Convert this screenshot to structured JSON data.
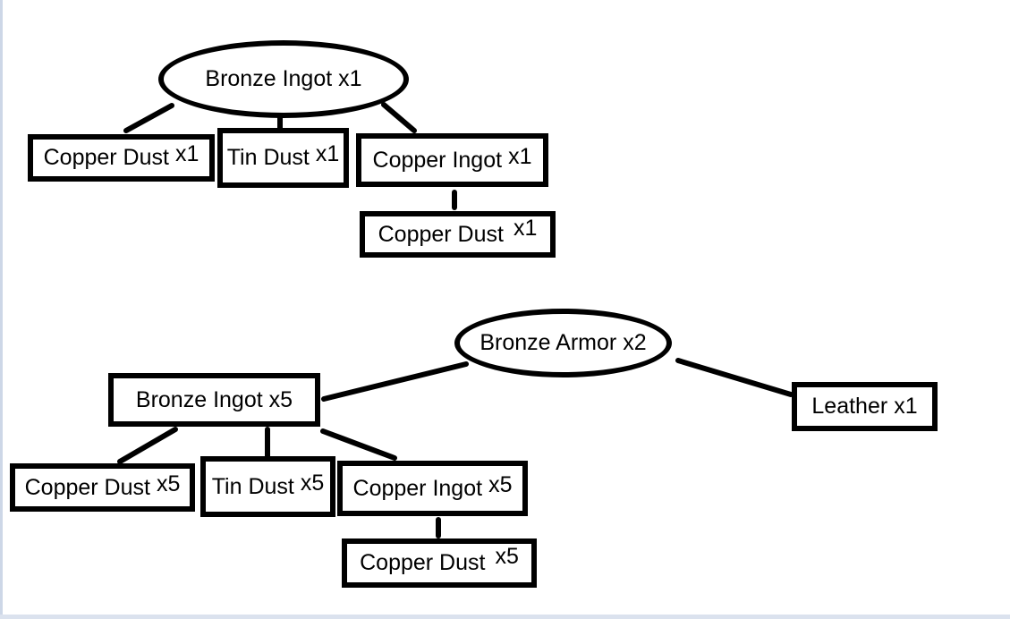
{
  "page": {
    "background_color": "#ffffff",
    "canvas_edge_color": "#cdd7e7",
    "ink_color": "#000000"
  },
  "diagram": {
    "type": "crafting-recipe-trees",
    "tree_count": 2,
    "edges": [
      {
        "from": "bronze_ingot_1",
        "to": "t1_copper_dust"
      },
      {
        "from": "bronze_ingot_1",
        "to": "t1_tin_dust"
      },
      {
        "from": "bronze_ingot_1",
        "to": "t1_copper_ingot"
      },
      {
        "from": "t1_copper_ingot",
        "to": "t1_copper_dust_sub"
      },
      {
        "from": "bronze_armor",
        "to": "t2_bronze_ingot"
      },
      {
        "from": "bronze_armor",
        "to": "leather"
      },
      {
        "from": "t2_bronze_ingot",
        "to": "t2_copper_dust"
      },
      {
        "from": "t2_bronze_ingot",
        "to": "t2_tin_dust"
      },
      {
        "from": "t2_bronze_ingot",
        "to": "t2_copper_ingot"
      },
      {
        "from": "t2_copper_ingot",
        "to": "t2_copper_dust_sub"
      }
    ]
  },
  "nodes": {
    "bronze_ingot_1": {
      "label": "Bronze Ingot",
      "qty": "x1",
      "shape": "ellipse"
    },
    "t1_copper_dust": {
      "label": "Copper Dust",
      "qty": "x1",
      "shape": "rect"
    },
    "t1_tin_dust": {
      "label": "Tin Dust",
      "qty": "x1",
      "shape": "rect"
    },
    "t1_copper_ingot": {
      "label": "Copper Ingot",
      "qty": "x1",
      "shape": "rect"
    },
    "t1_copper_dust_sub": {
      "label": "Copper Dust",
      "qty": "x1",
      "shape": "rect"
    },
    "bronze_armor": {
      "label": "Bronze Armor",
      "qty": "x2",
      "shape": "ellipse"
    },
    "t2_bronze_ingot": {
      "label": "Bronze Ingot",
      "qty": "x5",
      "shape": "rect"
    },
    "t2_copper_dust": {
      "label": "Copper Dust",
      "qty": "x5",
      "shape": "rect"
    },
    "t2_tin_dust": {
      "label": "Tin Dust",
      "qty": "x5",
      "shape": "rect"
    },
    "t2_copper_ingot": {
      "label": "Copper Ingot",
      "qty": "x5",
      "shape": "rect"
    },
    "t2_copper_dust_sub": {
      "label": "Copper Dust",
      "qty": "x5",
      "shape": "rect"
    },
    "leather": {
      "label": "Leather",
      "qty": "x1",
      "shape": "rect"
    }
  }
}
